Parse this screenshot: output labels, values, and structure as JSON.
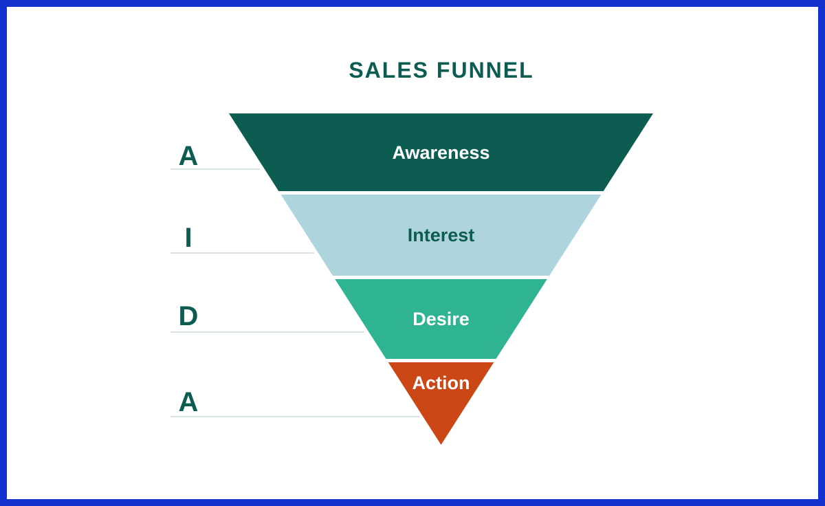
{
  "title": "SALES FUNNEL",
  "colors": {
    "page_border": "#1231cf",
    "title_text": "#0d5c52",
    "aida_letter": "#0d5c52",
    "rule_line": "#d9e4e8",
    "background": "#ffffff"
  },
  "aida": [
    {
      "letter": "A"
    },
    {
      "letter": "I"
    },
    {
      "letter": "D"
    },
    {
      "letter": "A"
    }
  ],
  "funnel": {
    "stages": [
      {
        "label": "Awareness",
        "color": "#0d5c52",
        "text_color": "#ffffff"
      },
      {
        "label": "Interest",
        "color": "#aed5dd",
        "text_color": "#0d5c52"
      },
      {
        "label": "Desire",
        "color": "#2fb491",
        "text_color": "#ffffff"
      },
      {
        "label": "Action",
        "color": "#cc4716",
        "text_color": "#ffffff"
      }
    ]
  }
}
